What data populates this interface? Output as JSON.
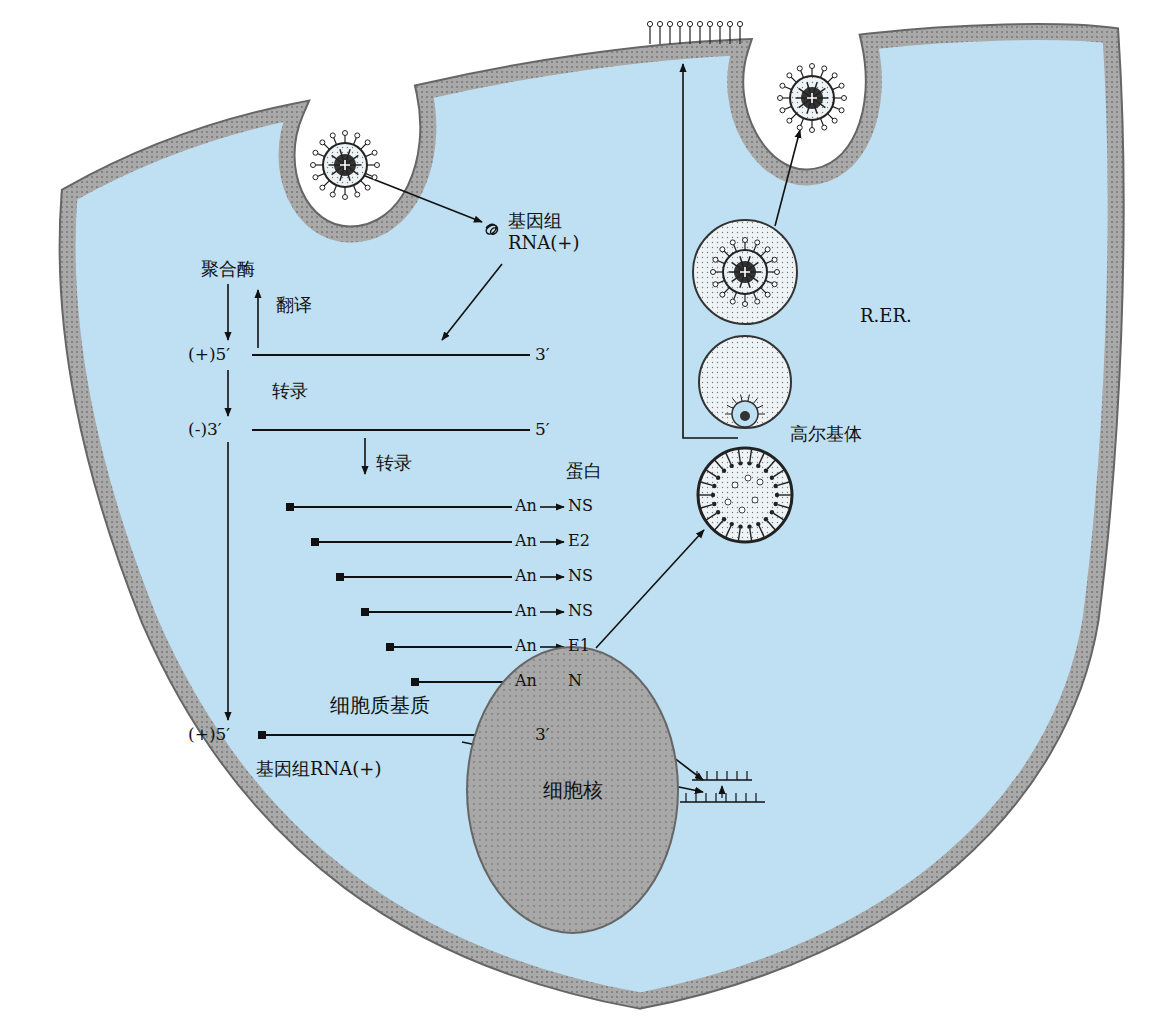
{
  "diagram": {
    "nodes": [
      {
        "text": [
          "细胞质基质"
        ]
      },
      {
        "text": [
          "细胞核"
        ],
        "in": 0
      }
    ],
    "labels": [
      "基因组 RNA(+)",
      "聚合酶",
      "翻译",
      "(+)5′",
      "3′",
      "转录",
      "(-)3′",
      "5′",
      "转录",
      "蛋白",
      "An",
      "NS",
      "An",
      "E2",
      "An",
      "NS",
      "An",
      "NS",
      "An",
      "E1",
      "An",
      "N",
      "(+)5′",
      "3′",
      "基因组RNA(+)",
      "R.ER.",
      "高尔基体"
    ]
  }
}
